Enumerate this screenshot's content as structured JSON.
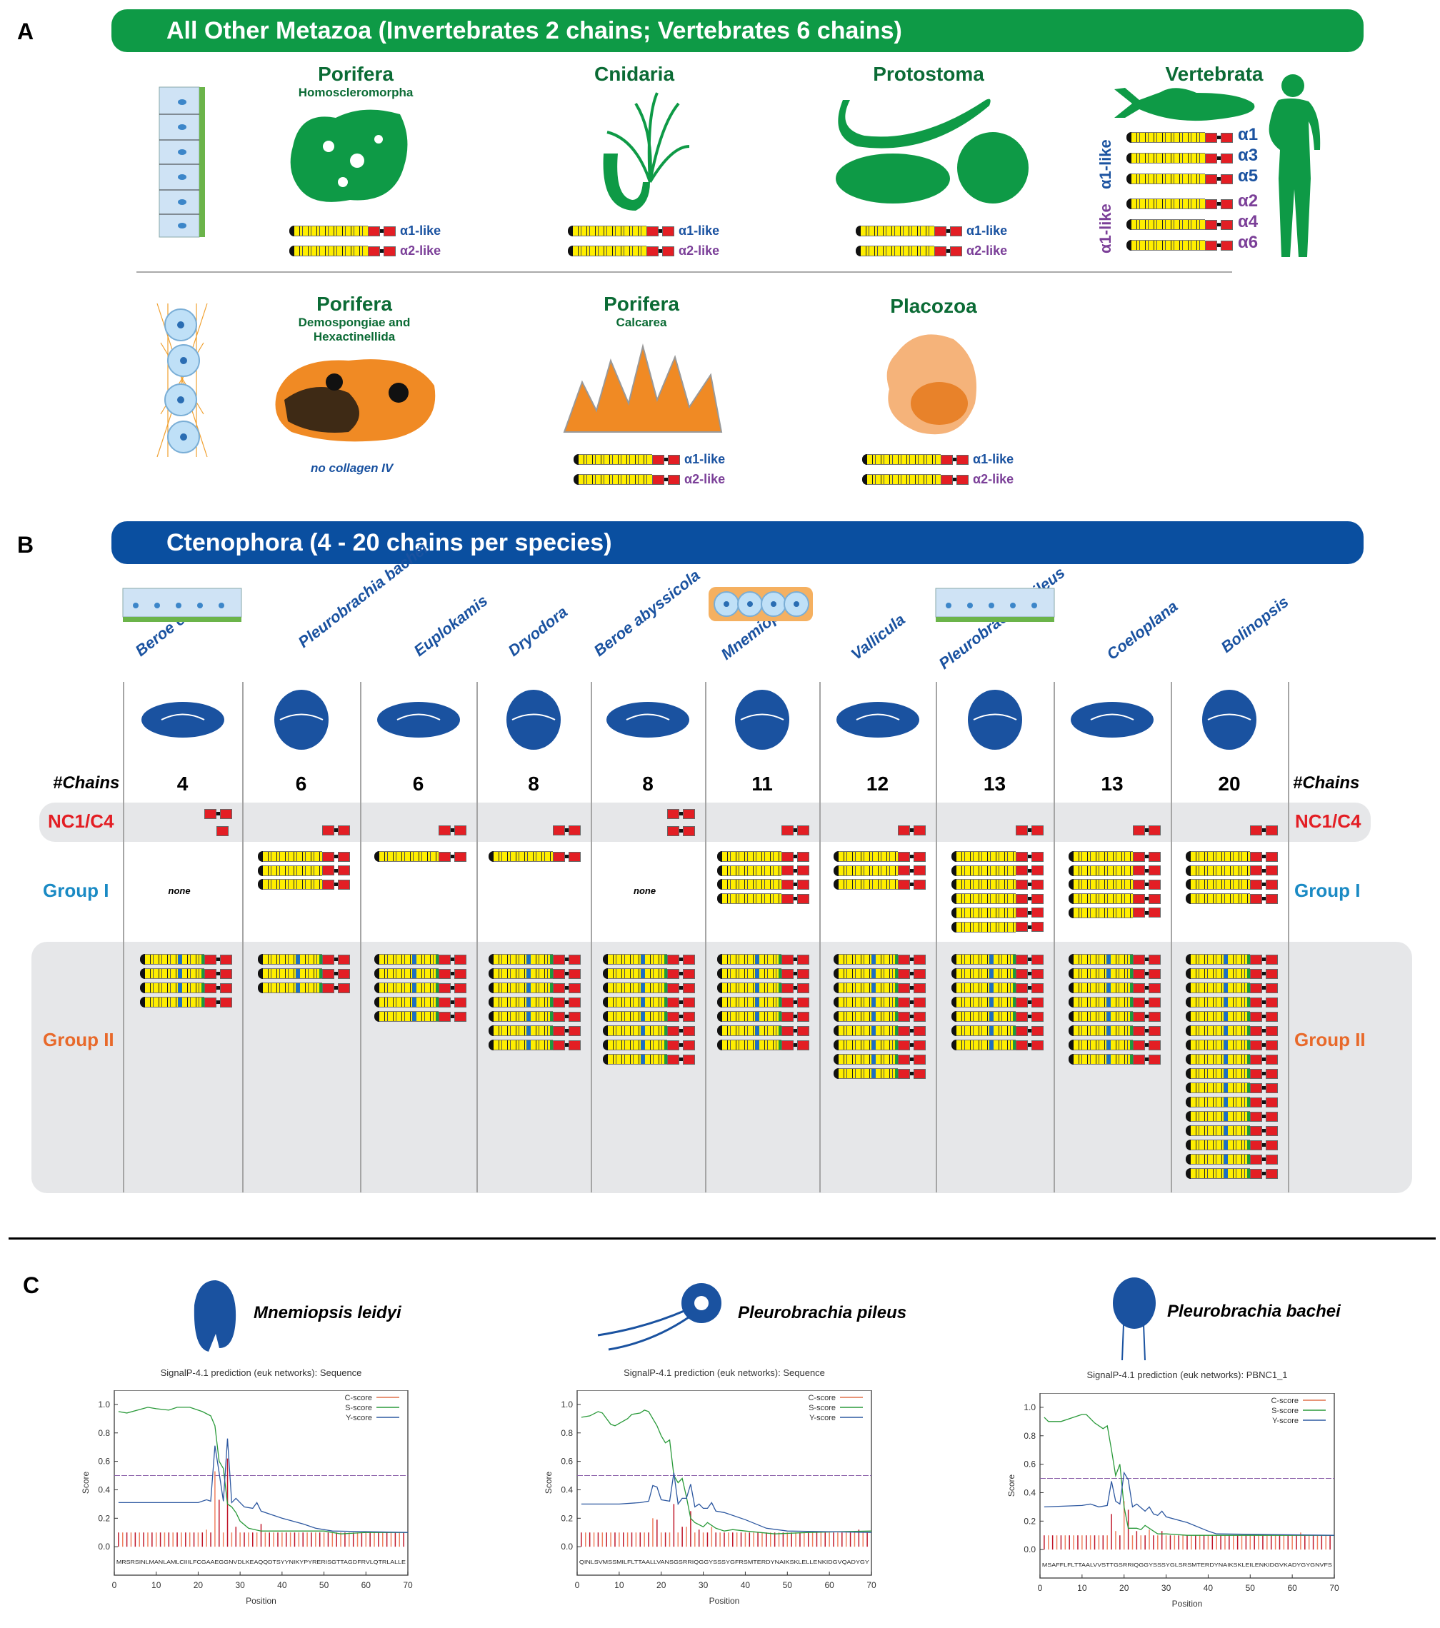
{
  "panel_a": {
    "letter": "A",
    "banner": "All Other Metazoa (Invertebrates 2 chains; Vertebrates 6 chains)",
    "banner_color": "#0e9a46",
    "row1": [
      {
        "name": "Porifera",
        "sub": "Homoscleromorpha",
        "labels": [
          "α1-like",
          "α2-like"
        ]
      },
      {
        "name": "Cnidaria",
        "sub": "",
        "labels": [
          "α1-like",
          "α2-like"
        ]
      },
      {
        "name": "Protostoma",
        "sub": "",
        "labels": [
          "α1-like",
          "α2-like"
        ]
      }
    ],
    "vertebrata": {
      "name": "Vertebrata",
      "group_labels": [
        "α1-like",
        "α1-like"
      ],
      "labels": [
        "α1",
        "α3",
        "α5",
        "α2",
        "α4",
        "α6"
      ]
    },
    "row2": [
      {
        "name": "Porifera",
        "sub": "Demospongiae and Hexactinellida",
        "note": "no collagen IV"
      },
      {
        "name": "Porifera",
        "sub": "Calcarea",
        "labels": [
          "α1-like",
          "α2-like"
        ]
      },
      {
        "name": "Placozoa",
        "sub": "",
        "labels": [
          "α1-like",
          "α2-like"
        ]
      }
    ]
  },
  "panel_b": {
    "letter": "B",
    "banner": "Ctenophora (4 - 20 chains per species)",
    "banner_color": "#0a4fa0",
    "chains_label": "#Chains",
    "nc1_label": "NC1/C4",
    "group1_label": "Group I",
    "group2_label": "Group II",
    "none_label": "none",
    "colors": {
      "nc1": "#e31e24",
      "group1": "#1a8ac4",
      "group2": "#e8692a"
    },
    "species": [
      {
        "name": "Beroe ovata",
        "chains": "4",
        "nc1": [
          "double",
          "single"
        ],
        "group1": 0,
        "group2": 4
      },
      {
        "name": "Pleurobrachia bachei",
        "chains": "6",
        "nc1": [
          "double"
        ],
        "group1": 3,
        "group2": 3
      },
      {
        "name": "Euplokamis",
        "chains": "6",
        "nc1": [
          "double"
        ],
        "group1": 1,
        "group2": 5
      },
      {
        "name": "Dryodora",
        "chains": "8",
        "nc1": [
          "double"
        ],
        "group1": 1,
        "group2": 7
      },
      {
        "name": "Beroe abyssicola",
        "chains": "8",
        "nc1": [
          "double",
          "double"
        ],
        "group1": 0,
        "group2": 8
      },
      {
        "name": "Mnemiopsis",
        "chains": "11",
        "nc1": [
          "double"
        ],
        "group1": 4,
        "group2": 7
      },
      {
        "name": "Vallicula",
        "chains": "12",
        "nc1": [
          "double"
        ],
        "group1": 3,
        "group2": 9
      },
      {
        "name": "Pleurobrachia pileus",
        "chains": "13",
        "nc1": [
          "double"
        ],
        "group1": 6,
        "group2": 7
      },
      {
        "name": "Coeloplana",
        "chains": "13",
        "nc1": [
          "double"
        ],
        "group1": 5,
        "group2": 8
      },
      {
        "name": "Bolinopsis",
        "chains": "20",
        "nc1": [
          "double"
        ],
        "group1": 4,
        "group2": 16
      }
    ]
  },
  "panel_c": {
    "letter": "C",
    "species": [
      "Mnemiopsis leidyi",
      "Pleurobrachia pileus",
      "Pleurobrachia bachei"
    ]
  },
  "chart_data": [
    {
      "type": "line",
      "title": "SignalP-4.1 prediction (euk networks): Sequence",
      "xlabel": "Position",
      "ylabel": "Score",
      "xlim": [
        0,
        70
      ],
      "ylim": [
        -0.2,
        1.1
      ],
      "xticks": [
        0,
        10,
        20,
        30,
        40,
        50,
        60,
        70
      ],
      "yticks": [
        "0.0",
        "0.2",
        "0.4",
        "0.6",
        "0.8",
        "1.0"
      ],
      "threshold": 0.5,
      "legend": [
        "C-score",
        "S-score",
        "Y-score"
      ],
      "legend_position": "top-right",
      "sequence": "MRSRSINLMANLAMLCIIILFCGAAEGGNVDLKEAQQDTSYYNIKYPYRERISGTTAGDFRVLQTRLALLE",
      "s_score": [
        [
          1,
          0.95
        ],
        [
          3,
          0.94
        ],
        [
          8,
          0.98
        ],
        [
          10,
          0.97
        ],
        [
          13,
          0.96
        ],
        [
          15,
          0.98
        ],
        [
          18,
          0.98
        ],
        [
          21,
          0.95
        ],
        [
          23,
          0.92
        ],
        [
          24,
          0.85
        ],
        [
          25,
          0.6
        ],
        [
          26,
          0.55
        ],
        [
          27,
          0.3
        ],
        [
          28,
          0.28
        ],
        [
          29,
          0.24
        ],
        [
          30,
          0.18
        ],
        [
          32,
          0.13
        ],
        [
          35,
          0.11
        ],
        [
          40,
          0.11
        ],
        [
          50,
          0.11
        ],
        [
          54,
          0.09
        ],
        [
          60,
          0.1
        ],
        [
          70,
          0.1
        ]
      ],
      "y_score": [
        [
          1,
          0.31
        ],
        [
          10,
          0.31
        ],
        [
          20,
          0.31
        ],
        [
          22,
          0.33
        ],
        [
          23,
          0.32
        ],
        [
          24,
          0.71
        ],
        [
          25,
          0.52
        ],
        [
          26,
          0.32
        ],
        [
          27,
          0.76
        ],
        [
          28,
          0.31
        ],
        [
          29,
          0.34
        ],
        [
          31,
          0.28
        ],
        [
          33,
          0.27
        ],
        [
          34,
          0.31
        ],
        [
          35,
          0.25
        ],
        [
          40,
          0.2
        ],
        [
          45,
          0.16
        ],
        [
          48,
          0.13
        ],
        [
          52,
          0.11
        ],
        [
          70,
          0.1
        ]
      ],
      "c_score_baseline": 0.1,
      "c_score_peaks": [
        [
          22,
          0.12
        ],
        [
          24,
          0.53
        ],
        [
          25,
          0.33
        ],
        [
          27,
          0.62
        ],
        [
          29,
          0.14
        ],
        [
          35,
          0.16
        ]
      ]
    },
    {
      "type": "line",
      "title": "SignalP-4.1 prediction (euk networks): Sequence",
      "xlabel": "Position",
      "ylabel": "Score",
      "xlim": [
        0,
        70
      ],
      "ylim": [
        -0.2,
        1.1
      ],
      "xticks": [
        0,
        10,
        20,
        30,
        40,
        50,
        60,
        70
      ],
      "yticks": [
        "0.0",
        "0.2",
        "0.4",
        "0.6",
        "0.8",
        "1.0"
      ],
      "threshold": 0.5,
      "legend": [
        "C-score",
        "S-score",
        "Y-score"
      ],
      "legend_position": "top-right",
      "sequence": "QINLSVMSSMILFLTTAALLVANSGSRRIQGGYSSSYGFRSMTERDYNAIKSKLELLENKIDGVQADYGY",
      "s_score": [
        [
          1,
          0.91
        ],
        [
          3,
          0.92
        ],
        [
          5,
          0.95
        ],
        [
          6,
          0.94
        ],
        [
          8,
          0.86
        ],
        [
          9,
          0.85
        ],
        [
          12,
          0.9
        ],
        [
          13,
          0.93
        ],
        [
          15,
          0.94
        ],
        [
          16,
          0.96
        ],
        [
          17,
          0.95
        ],
        [
          19,
          0.85
        ],
        [
          20,
          0.78
        ],
        [
          21,
          0.73
        ],
        [
          22,
          0.75
        ],
        [
          23,
          0.5
        ],
        [
          24,
          0.45
        ],
        [
          25,
          0.48
        ],
        [
          26,
          0.35
        ],
        [
          27,
          0.2
        ],
        [
          28,
          0.17
        ],
        [
          30,
          0.14
        ],
        [
          31,
          0.17
        ],
        [
          33,
          0.13
        ],
        [
          35,
          0.11
        ],
        [
          37,
          0.12
        ],
        [
          40,
          0.11
        ],
        [
          47,
          0.09
        ],
        [
          55,
          0.1
        ],
        [
          70,
          0.11
        ]
      ],
      "y_score": [
        [
          1,
          0.3
        ],
        [
          10,
          0.3
        ],
        [
          15,
          0.31
        ],
        [
          17,
          0.32
        ],
        [
          18,
          0.43
        ],
        [
          19,
          0.42
        ],
        [
          20,
          0.33
        ],
        [
          22,
          0.32
        ],
        [
          23,
          0.52
        ],
        [
          24,
          0.3
        ],
        [
          25,
          0.34
        ],
        [
          26,
          0.34
        ],
        [
          27,
          0.44
        ],
        [
          28,
          0.28
        ],
        [
          29,
          0.3
        ],
        [
          30,
          0.27
        ],
        [
          31,
          0.27
        ],
        [
          32,
          0.31
        ],
        [
          33,
          0.25
        ],
        [
          35,
          0.24
        ],
        [
          40,
          0.19
        ],
        [
          45,
          0.13
        ],
        [
          50,
          0.11
        ],
        [
          70,
          0.1
        ]
      ],
      "c_score_baseline": 0.1,
      "c_score_peaks": [
        [
          18,
          0.2
        ],
        [
          19,
          0.19
        ],
        [
          23,
          0.3
        ],
        [
          25,
          0.14
        ],
        [
          26,
          0.14
        ],
        [
          27,
          0.25
        ],
        [
          29,
          0.12
        ],
        [
          32,
          0.14
        ],
        [
          67,
          0.12
        ]
      ]
    },
    {
      "type": "line",
      "title": "SignalP-4.1 prediction (euk networks): PBNC1_1",
      "xlabel": "Position",
      "ylabel": "Score",
      "xlim": [
        0,
        70
      ],
      "ylim": [
        -0.2,
        1.1
      ],
      "xticks": [
        0,
        10,
        20,
        30,
        40,
        50,
        60,
        70
      ],
      "yticks": [
        "0.0",
        "0.2",
        "0.4",
        "0.6",
        "0.8",
        "1.0"
      ],
      "threshold": 0.5,
      "legend": [
        "C-score",
        "S-score",
        "Y-score"
      ],
      "legend_position": "top-right",
      "sequence": "MSAFFLFLTTAALVVSTTGSRRIQGGYSSSYGLSRSMTERDYNAIKSKLEILENKIDGVKADYGYGNVFS",
      "s_score": [
        [
          1,
          0.93
        ],
        [
          2,
          0.9
        ],
        [
          5,
          0.9
        ],
        [
          8,
          0.93
        ],
        [
          10,
          0.95
        ],
        [
          11,
          0.95
        ],
        [
          13,
          0.89
        ],
        [
          15,
          0.85
        ],
        [
          16,
          0.87
        ],
        [
          17,
          0.7
        ],
        [
          18,
          0.52
        ],
        [
          19,
          0.6
        ],
        [
          20,
          0.3
        ],
        [
          21,
          0.15
        ],
        [
          23,
          0.15
        ],
        [
          24,
          0.14
        ],
        [
          25,
          0.17
        ],
        [
          27,
          0.13
        ],
        [
          28,
          0.11
        ],
        [
          30,
          0.11
        ],
        [
          35,
          0.1
        ],
        [
          40,
          0.1
        ],
        [
          70,
          0.1
        ]
      ],
      "y_score": [
        [
          1,
          0.3
        ],
        [
          10,
          0.31
        ],
        [
          12,
          0.32
        ],
        [
          14,
          0.3
        ],
        [
          16,
          0.31
        ],
        [
          17,
          0.48
        ],
        [
          18,
          0.34
        ],
        [
          19,
          0.32
        ],
        [
          20,
          0.54
        ],
        [
          21,
          0.49
        ],
        [
          22,
          0.3
        ],
        [
          23,
          0.32
        ],
        [
          25,
          0.27
        ],
        [
          26,
          0.3
        ],
        [
          27,
          0.25
        ],
        [
          28,
          0.24
        ],
        [
          29,
          0.27
        ],
        [
          30,
          0.23
        ],
        [
          35,
          0.19
        ],
        [
          40,
          0.13
        ],
        [
          42,
          0.11
        ],
        [
          70,
          0.1
        ]
      ],
      "c_score_baseline": 0.1,
      "c_score_peaks": [
        [
          17,
          0.25
        ],
        [
          18,
          0.13
        ],
        [
          20,
          0.34
        ],
        [
          21,
          0.28
        ],
        [
          23,
          0.13
        ],
        [
          26,
          0.14
        ],
        [
          29,
          0.13
        ],
        [
          62,
          0.12
        ]
      ]
    }
  ]
}
